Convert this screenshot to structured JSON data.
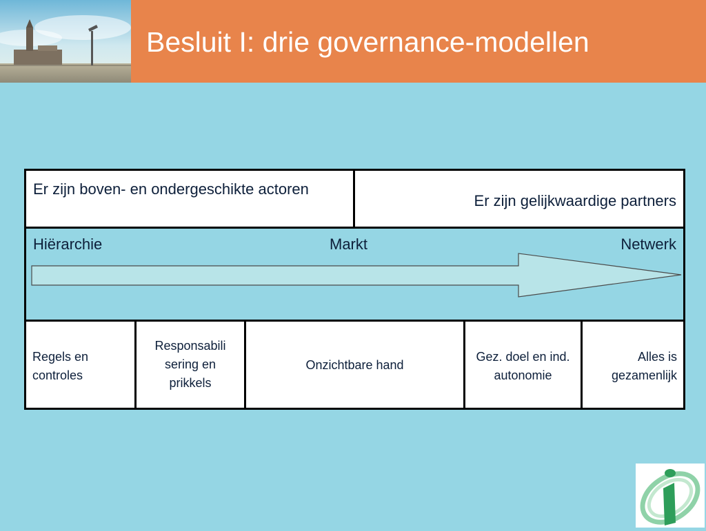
{
  "slide": {
    "title": "Besluit I: drie governance-modellen"
  },
  "table": {
    "top_left": "Er zijn boven- en ondergeschikte actoren",
    "top_right": "Er zijn gelijkwaardige partners",
    "spectrum": {
      "left": "Hiërarchie",
      "middle": "Markt",
      "right": "Netwerk"
    },
    "bottom_cells": [
      "Regels en controles",
      "Responsabili sering en prikkels",
      "Onzichtbare hand",
      "Gez. doel en ind. autonomie",
      "Alles is gezamenlijk"
    ]
  },
  "colors": {
    "header": "#e8844b",
    "background": "#95d6e4",
    "cell_bg": "#ffffff",
    "arrow_fill": "#b8e4e8",
    "logo_green": "#2e9e5a"
  }
}
